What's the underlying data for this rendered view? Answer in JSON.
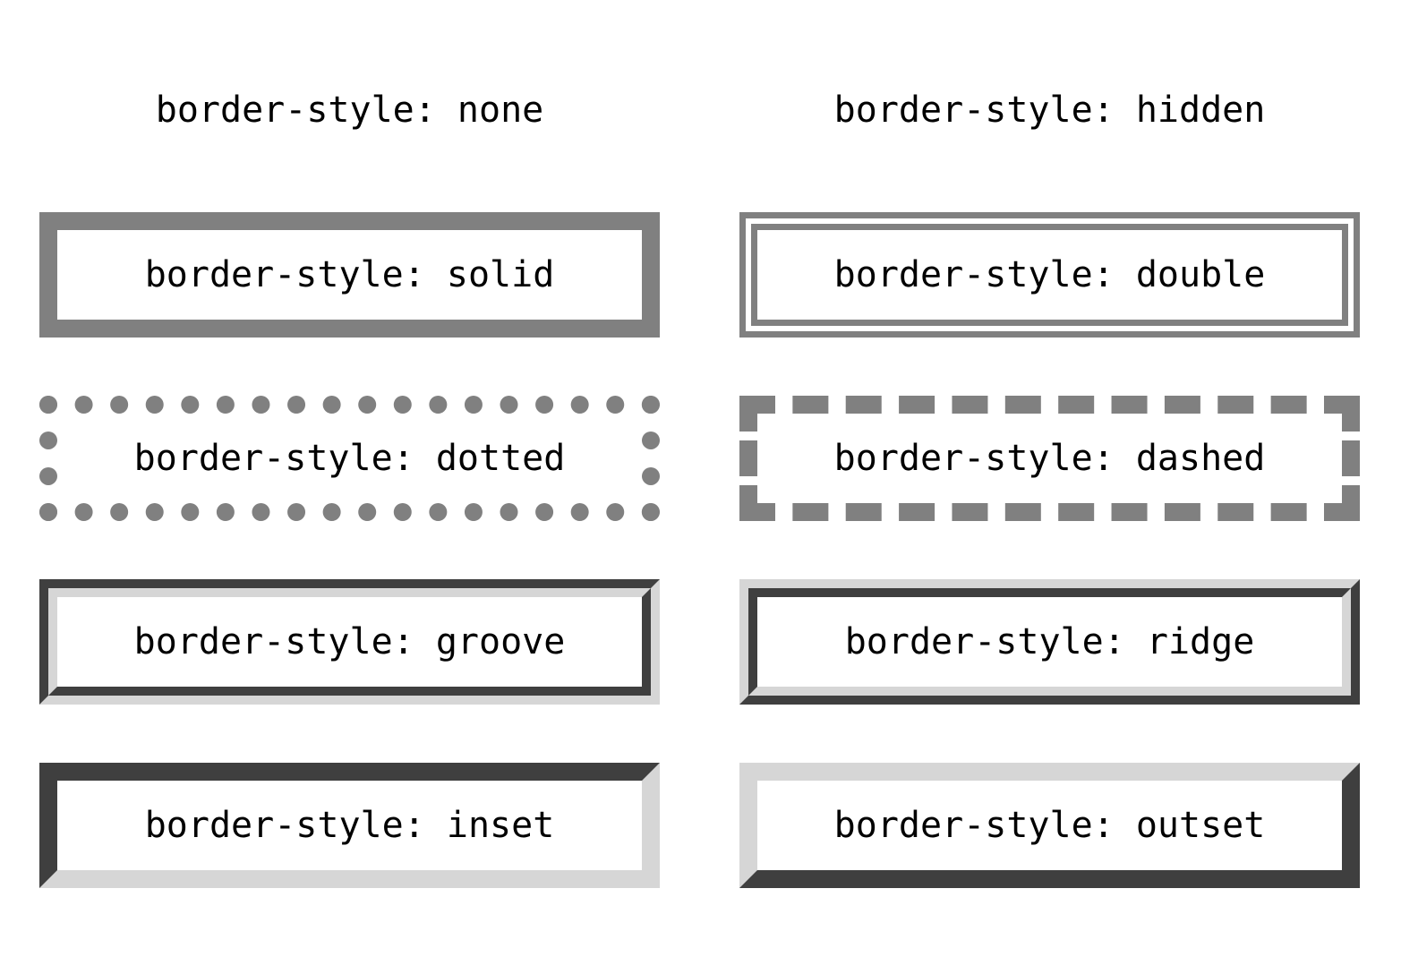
{
  "figure": {
    "description": "CSS border-style demonstration figure",
    "background": "#ffffff"
  },
  "colors": {
    "border_gray": "#808080",
    "bevel_dark": "#3f3f3f",
    "bevel_light": "#d6d6d6",
    "text_color": "#000000",
    "page_bg": "#ffffff"
  },
  "boxes": [
    {
      "style": "none",
      "label": "border-style: none"
    },
    {
      "style": "hidden",
      "label": "border-style: hidden"
    },
    {
      "style": "solid",
      "label": "border-style: solid"
    },
    {
      "style": "double",
      "label": "border-style: double"
    },
    {
      "style": "dotted",
      "label": "border-style: dotted"
    },
    {
      "style": "dashed",
      "label": "border-style: dashed"
    },
    {
      "style": "groove",
      "label": "border-style: groove"
    },
    {
      "style": "ridge",
      "label": "border-style: ridge"
    },
    {
      "style": "inset",
      "label": "border-style: inset"
    },
    {
      "style": "outset",
      "label": "border-style: outset"
    }
  ]
}
